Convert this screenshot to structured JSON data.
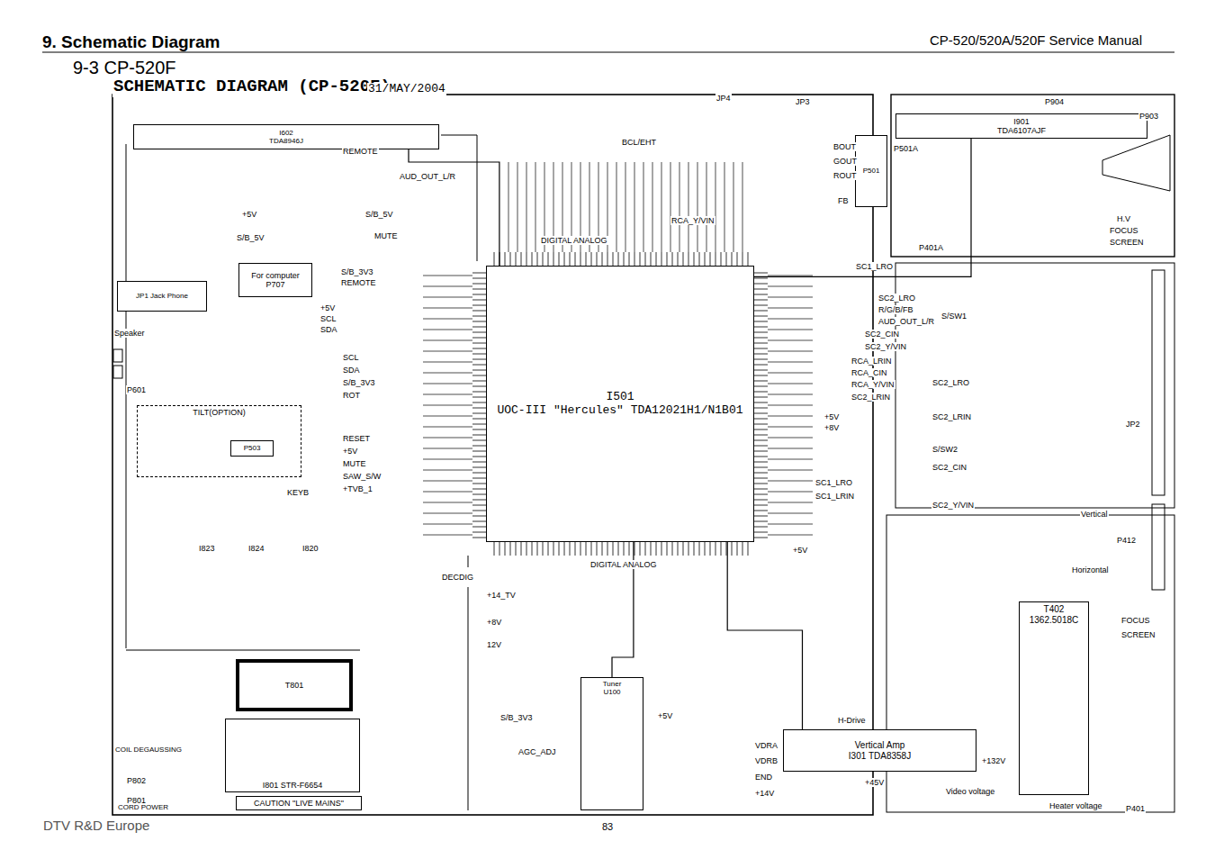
{
  "diagram": {
    "title": "9. Schematic Diagram",
    "nodes": [
      {
        "text": [
          "I501",
          "UOC-III \"Hercules\" TDA12021H1/N1B01"
        ]
      },
      {
        "text": [
          "I602",
          "TDA8946J"
        ]
      },
      {
        "text": [
          "I901",
          "TDA6107AJF"
        ]
      },
      {
        "text": [
          "Vertical Amp",
          "I301 TDA8358J"
        ]
      },
      {
        "text": [
          "T801"
        ]
      },
      {
        "text": [
          "I801 STR-F6654"
        ]
      },
      {
        "text": [
          "CAUTION \"LIVE MAINS\""
        ]
      },
      {
        "text": [
          "T402",
          "1362.5018C"
        ]
      },
      {
        "text": [
          "Tuner",
          "U100"
        ]
      },
      {
        "text": [
          "TILT(OPTION)"
        ]
      },
      {
        "text": [
          "P503"
        ],
        "in": 9
      },
      {
        "text": [
          "For computer",
          "P707"
        ]
      },
      {
        "text": [
          "JP1 Jack Phone"
        ]
      },
      {
        "text": [
          "P501"
        ]
      }
    ],
    "edges": [
      {
        "from": 0,
        "to": 2,
        "arrow": "none"
      },
      {
        "from": 0,
        "to": 1,
        "arrow": "none"
      },
      {
        "from": 0,
        "to": 3,
        "arrow": "none"
      },
      {
        "from": 0,
        "to": 8,
        "arrow": "none"
      }
    ],
    "labels": [
      "CP-520/520A/520F Service Manual",
      "9-3 CP-520F",
      "SCHEMATIC DIAGRAM (CP-520F)",
      "31/MAY/2004",
      "DTV R&D Europe",
      "83",
      "REMOTE",
      "AUD_OUT_L/R",
      "S/B_5V",
      "MUTE",
      "+5V",
      "S/B_5V",
      "S/B_3V3",
      "REMOTE",
      "+5V",
      "SCL",
      "SDA",
      "Speaker",
      "P601",
      "SCL",
      "SDA",
      "S/B_3V3",
      "ROT",
      "RESET",
      "+5V",
      "MUTE",
      "SAW_S/W",
      "+TVB_1",
      "KEYB",
      "I823",
      "I824",
      "I820",
      "DECDIG",
      "+14_TV",
      "+8V",
      "12V",
      "COIL DEGAUSSING",
      "P802",
      "P801",
      "CORD POWER",
      "S/B_3V3",
      "AGC_ADJ",
      "+5V",
      "BCL/EHT",
      "DIGITAL ANALOG",
      "RCA_Y/VIN",
      "DIGITAL ANALOG",
      "JP4",
      "JP3",
      "BOUT",
      "GOUT",
      "ROUT",
      "FB",
      "P501A",
      "P904",
      "P903",
      "H.V",
      "FOCUS",
      "SCREEN",
      "P401A",
      "SC1_LRO",
      "SC2_LRO",
      "R/G/B/FB",
      "AUD_OUT_L/R",
      "SC2_CIN",
      "SC2_Y/VIN",
      "RCA_LRIN",
      "RCA_CIN",
      "RCA_Y/VIN",
      "SC2_LRIN",
      "+5V",
      "+8V",
      "SC1_LRO",
      "SC1_LRIN",
      "SC2_LRO",
      "SC2_LRIN",
      "S/SW2",
      "SC2_CIN",
      "SC2_Y/VIN",
      "S/SW1",
      "JP2",
      "+5V",
      "Vertical",
      "Horizontal",
      "P412",
      "FOCUS",
      "SCREEN",
      "H-Drive",
      "VDRA",
      "VDRB",
      "END",
      "+14V",
      "+45V",
      "+132V",
      "Video voltage",
      "Heater voltage",
      "P401"
    ]
  }
}
